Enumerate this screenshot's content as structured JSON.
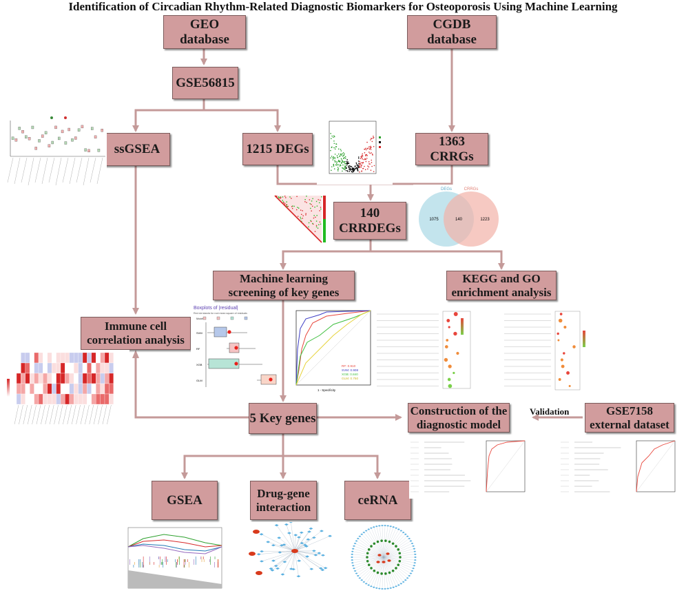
{
  "title": "Identification of Circadian Rhythm-Related Diagnostic Biomarkers for Osteoporosis Using Machine Learning",
  "nodes": {
    "geo": "GEO database",
    "cgdb": "CGDB database",
    "gse56815": "GSE56815",
    "ssgsea": "ssGSEA",
    "degs": "1215 DEGs",
    "crrgs": "1363 CRRGs",
    "crrdegs_line1": "140",
    "crrdegs_line2": "CRRDEGs",
    "ml_line1": "Machine learning",
    "ml_line2": "screening of  key  genes",
    "kegg_line1": "KEGG and GO",
    "kegg_line2": "enrichment analysis",
    "immune_line1": "Immune cell",
    "immune_line2": "correlation analysis",
    "key_genes": "5 Key genes",
    "construction_line1": "Construction of the",
    "construction_line2": "diagnostic model",
    "gse7158_line1": "GSE7158",
    "gse7158_line2": "external dataset",
    "gsea": "GSEA",
    "drug_line1": "Drug-gene",
    "drug_line2": "interaction",
    "cerna": "ceRNA"
  },
  "edge_labels": {
    "validation": "Validation"
  },
  "venn": {
    "left_label": "DEGs",
    "right_label": "CRRGs",
    "left_only": "1075",
    "overlap": "140",
    "right_only": "1223"
  },
  "boxplot": {
    "title": "Boxplots of |residual|",
    "subtitle": "Red dot stands for root mean square of residuals",
    "models": [
      "SVM",
      "RF",
      "XGB",
      "GLM"
    ],
    "legend_title": "Model"
  },
  "roc_legend": [
    "RF: 0.910",
    "SVM: 0.908",
    "XGB: 0.840",
    "GLM: 0.750"
  ],
  "roc_axis": "1 - Specificity",
  "colors": {
    "box_fill": "#d19c9d",
    "arrow": "#c49a99",
    "roc_rf": "#e8463c",
    "roc_svm": "#3b3bc4",
    "roc_xgb": "#3fbf3f",
    "roc_glm": "#e6d23a"
  }
}
